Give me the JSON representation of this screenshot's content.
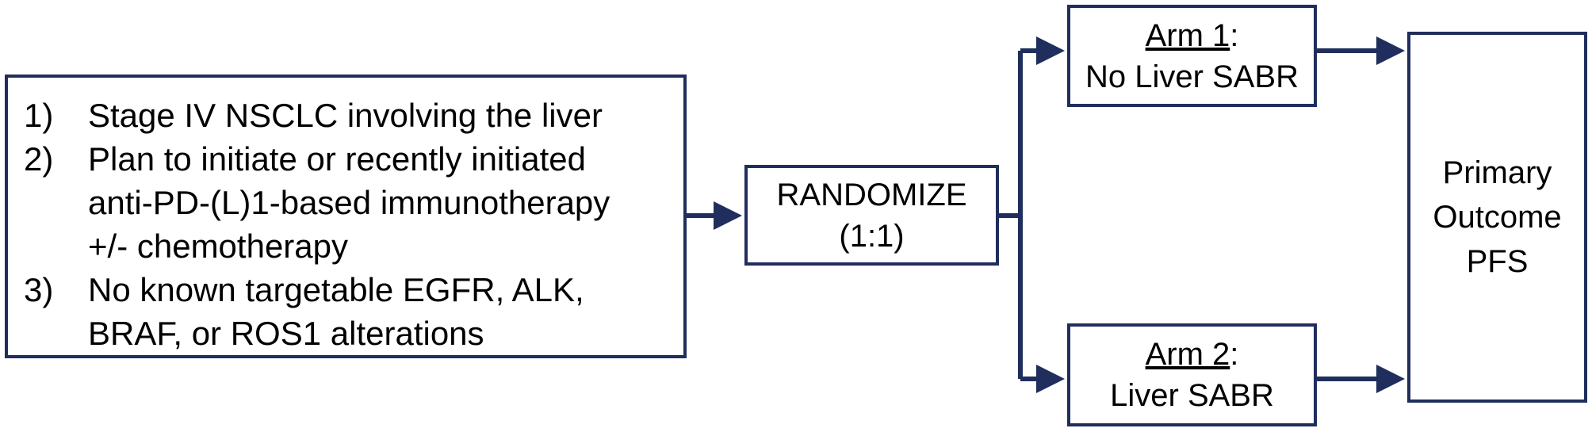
{
  "eligibility": {
    "items": [
      {
        "number": "1)",
        "lines": [
          "Stage IV NSCLC involving the liver"
        ]
      },
      {
        "number": "2)",
        "lines": [
          "Plan to initiate or recently initiated",
          "anti-PD-(L)1-based immunotherapy",
          "+/- chemotherapy"
        ]
      },
      {
        "number": "3)",
        "lines": [
          "No known targetable EGFR, ALK,",
          "BRAF, or ROS1 alterations"
        ]
      }
    ]
  },
  "randomize": {
    "label": "RANDOMIZE",
    "ratio": "(1:1)"
  },
  "arm1": {
    "title": "Arm 1",
    "colon": ":",
    "description": "No Liver SABR"
  },
  "arm2": {
    "title": "Arm 2",
    "colon": ":",
    "description": "Liver SABR"
  },
  "outcome": {
    "line1": "Primary",
    "line2": "Outcome",
    "line3": "PFS"
  },
  "colors": {
    "box_border": "#1f2e5c",
    "arrow": "#1f2e5c"
  }
}
